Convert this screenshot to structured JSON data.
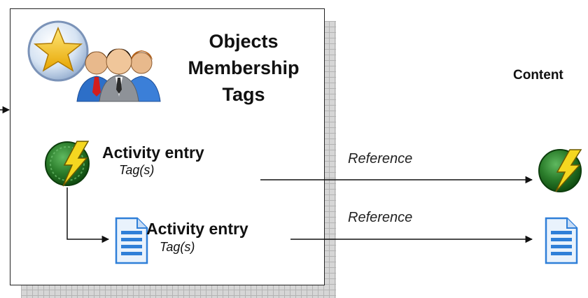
{
  "header": {
    "title_lines": [
      "Objects",
      "Membership",
      "Tags"
    ]
  },
  "entries": [
    {
      "title": "Activity entry",
      "tags": "Tag(s)",
      "icon": "activity-icon"
    },
    {
      "title": "Activity entry",
      "tags": "Tag(s)",
      "icon": "document-icon"
    }
  ],
  "references": [
    {
      "label": "Reference"
    },
    {
      "label": "Reference"
    }
  ],
  "content": {
    "label": "Content"
  },
  "colors": {
    "box_border": "#222222",
    "shadow_grid": "#b4b4b4",
    "activity_green": "#1f6f1f",
    "lightning_yellow": "#f2d21b",
    "document_blue": "#2f7fd8"
  }
}
